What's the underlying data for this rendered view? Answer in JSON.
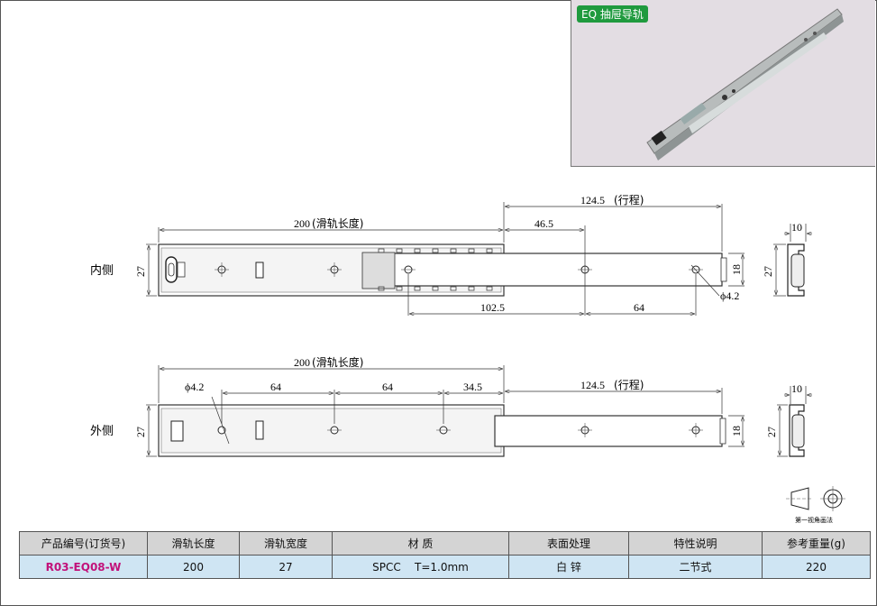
{
  "photo": {
    "tag": "EQ 抽屉导轨"
  },
  "views": {
    "inner_label": "内侧",
    "outer_label": "外侧"
  },
  "dims": {
    "inner_length": "200",
    "inner_length_suffix": "滑轨长度",
    "inner_stroke": "124.5",
    "inner_stroke_suffix": "行程",
    "d_46_5": "46.5",
    "d_102_5": "102.5",
    "d_64_inner": "64",
    "hole_inner": "ϕ4.2",
    "h_27_inner": "27",
    "h_18_inner": "18",
    "side_10_inner": "10",
    "side_27_inner": "27",
    "outer_length": "200",
    "outer_length_suffix": "滑轨长度",
    "outer_stroke": "124.5",
    "outer_stroke_suffix": "行程",
    "hole_outer": "ϕ4.2",
    "d_64_a": "64",
    "d_64_b": "64",
    "d_34_5": "34.5",
    "h_27_outer": "27",
    "h_18_outer": "18",
    "side_10_outer": "10",
    "side_27_outer": "27"
  },
  "projection": {
    "label": "第一视角画法"
  },
  "table": {
    "headers": [
      "产品编号(订货号)",
      "滑轨长度",
      "滑轨宽度",
      "材  质",
      "表面处理",
      "特性说明",
      "参考重量(g)"
    ],
    "row": [
      "R03-EQ08-W",
      "200",
      "27",
      "SPCC    T=1.0mm",
      "白 锌",
      "二节式",
      "220"
    ]
  }
}
